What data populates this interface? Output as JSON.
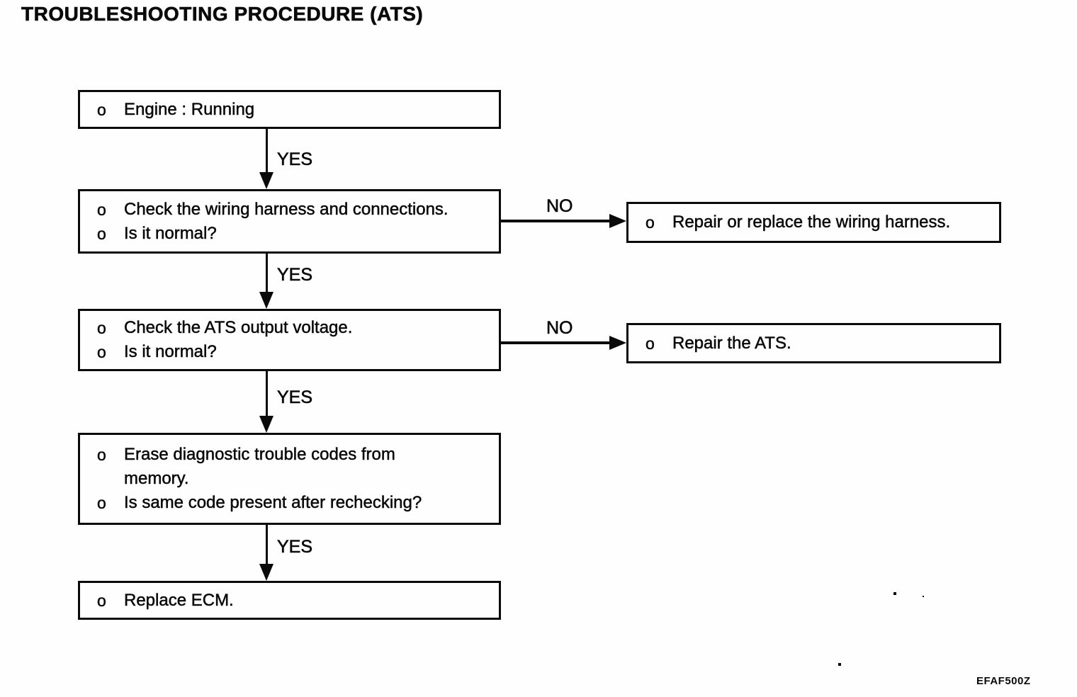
{
  "page": {
    "title": "TROUBLESHOOTING PROCEDURE (ATS)",
    "footer_code": "EFAF500Z"
  },
  "flow": {
    "bullet": "o",
    "yes_label": "YES",
    "no_label": "NO",
    "boxes": [
      {
        "id": "engine-running",
        "items": [
          "Engine : Running"
        ]
      },
      {
        "id": "check-wiring",
        "items": [
          "Check the wiring harness and connections.",
          "Is it normal?"
        ]
      },
      {
        "id": "check-ats-voltage",
        "items": [
          "Check the ATS output voltage.",
          "Is it normal?"
        ]
      },
      {
        "id": "erase-codes",
        "items": [
          "Erase diagnostic trouble codes from\nmemory.",
          "Is same code present after rechecking?"
        ]
      },
      {
        "id": "replace-ecm",
        "items": [
          "Replace ECM."
        ]
      }
    ],
    "no_branches": [
      {
        "id": "repair-wiring",
        "items": [
          "Repair or replace the wiring harness."
        ]
      },
      {
        "id": "repair-ats",
        "items": [
          "Repair the ATS."
        ]
      }
    ]
  }
}
